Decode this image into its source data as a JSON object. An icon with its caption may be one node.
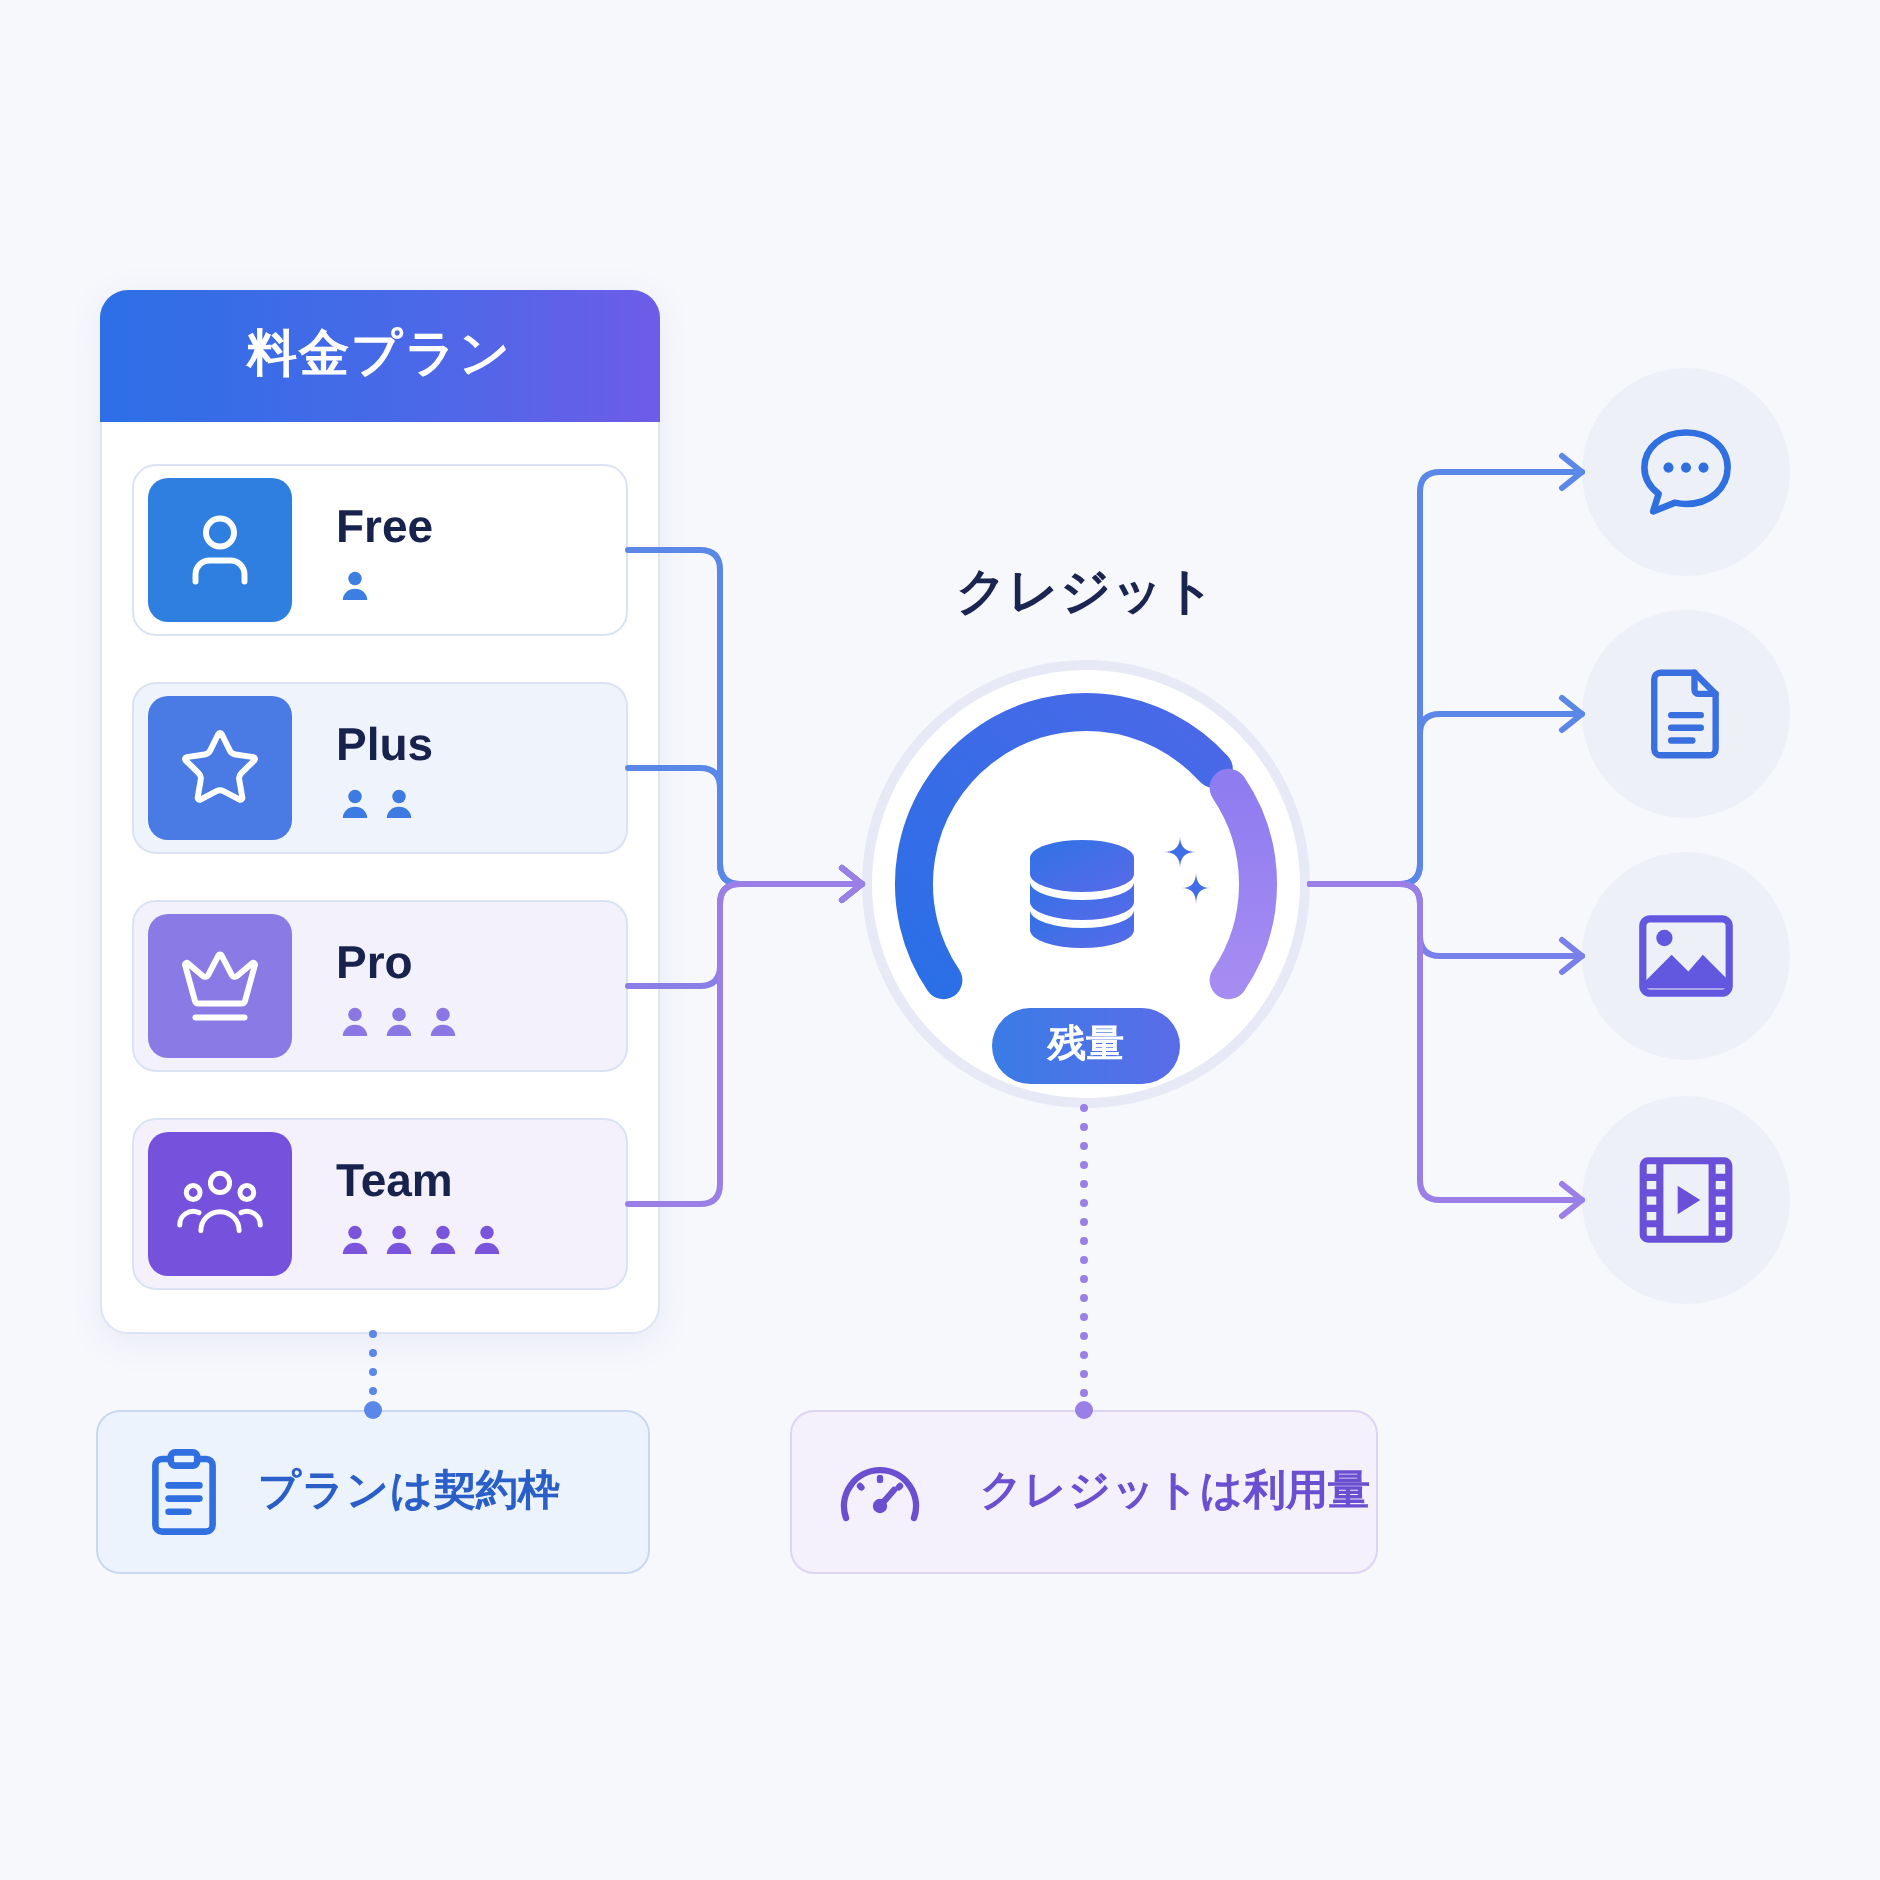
{
  "diagram": {
    "nodes": [
      {
        "text": [
          "料金プラン"
        ]
      },
      {
        "text": [
          "Free"
        ],
        "in": 0
      },
      {
        "text": [
          "Plus"
        ],
        "in": 0
      },
      {
        "text": [
          "Pro"
        ],
        "in": 0
      },
      {
        "text": [
          "Team"
        ],
        "in": 0
      },
      {
        "text": [
          "クレジット"
        ]
      },
      {
        "text": [
          "残量"
        ],
        "in": 5
      },
      {
        "text": [],
        "shape": "circle"
      },
      {
        "text": [],
        "shape": "circle"
      },
      {
        "text": [],
        "shape": "circle"
      },
      {
        "text": [],
        "shape": "circle"
      },
      {
        "text": [
          "プランは契約枠"
        ]
      },
      {
        "text": [
          "クレジットは利用量"
        ]
      }
    ],
    "edges": [
      {
        "from": 1,
        "to": 5,
        "arrow": "to"
      },
      {
        "from": 2,
        "to": 5,
        "arrow": "to"
      },
      {
        "from": 3,
        "to": 5,
        "arrow": "to",
        "color": "#8a7fe6"
      },
      {
        "from": 4,
        "to": 5,
        "arrow": "to",
        "color": "#9a7fe6"
      },
      {
        "from": 5,
        "to": 7,
        "arrow": "to"
      },
      {
        "from": 5,
        "to": 8,
        "arrow": "to"
      },
      {
        "from": 5,
        "to": 9,
        "arrow": "to",
        "color": "#7a80ea"
      },
      {
        "from": 5,
        "to": 10,
        "arrow": "to",
        "color": "#9a7fe6"
      },
      {
        "from": 0,
        "to": 11,
        "arrow": "other",
        "style": "dashed"
      },
      {
        "from": 5,
        "to": 12,
        "arrow": "other",
        "style": "dashed",
        "color": "#9a7fe6"
      }
    ]
  }
}
